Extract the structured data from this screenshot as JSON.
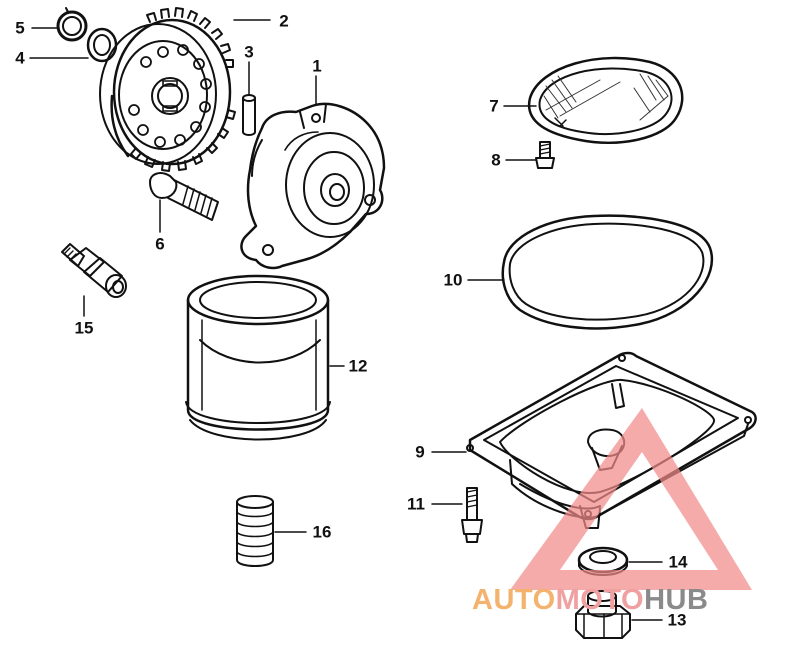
{
  "diagram": {
    "callouts": [
      {
        "id": "label-1",
        "text": "1"
      },
      {
        "id": "label-2",
        "text": "2"
      },
      {
        "id": "label-3",
        "text": "3"
      },
      {
        "id": "label-4",
        "text": "4"
      },
      {
        "id": "label-5",
        "text": "5"
      },
      {
        "id": "label-6",
        "text": "6"
      },
      {
        "id": "label-7",
        "text": "7"
      },
      {
        "id": "label-8",
        "text": "8"
      },
      {
        "id": "label-9",
        "text": "9"
      },
      {
        "id": "label-10",
        "text": "10"
      },
      {
        "id": "label-11",
        "text": "11"
      },
      {
        "id": "label-12",
        "text": "12"
      },
      {
        "id": "label-13",
        "text": "13"
      },
      {
        "id": "label-14",
        "text": "14"
      },
      {
        "id": "label-15",
        "text": "15"
      },
      {
        "id": "label-16",
        "text": "16"
      }
    ]
  },
  "watermark": {
    "part1": "AUTO",
    "part2": "MOTO",
    "part3": "HUB",
    "colors": {
      "part1": "#f4b26f",
      "part2": "#f0a0a0",
      "part3": "#8a8a8a",
      "triangle": "#f28a8a"
    }
  }
}
